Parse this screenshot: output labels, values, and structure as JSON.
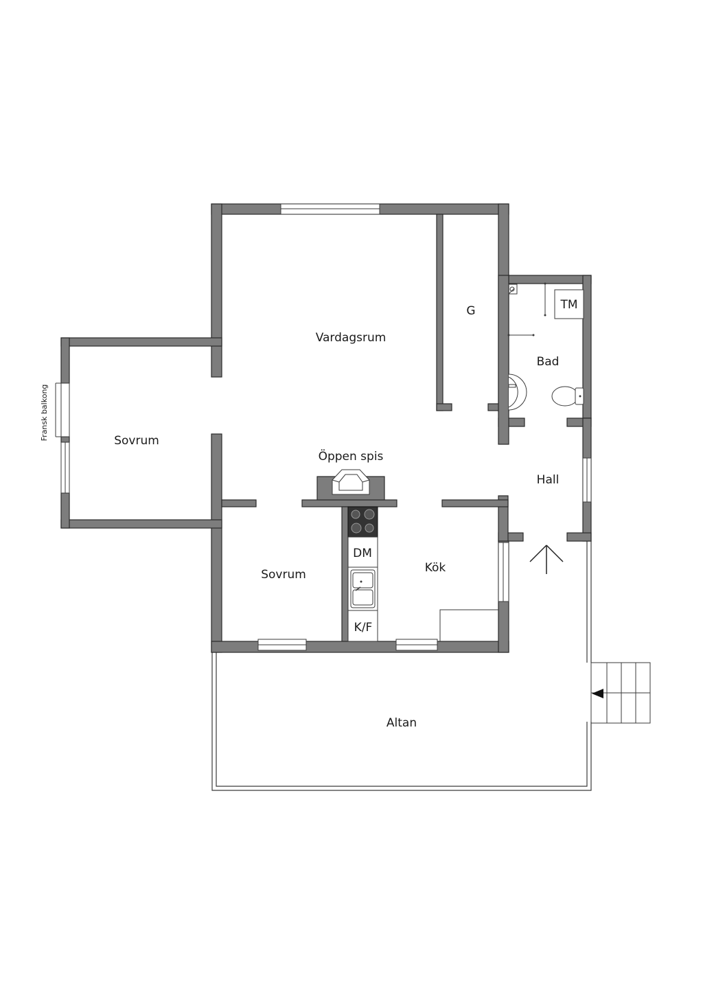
{
  "rooms": {
    "vardagsrum": "Vardagsrum",
    "sovrum_west": "Sovrum",
    "sovrum_south": "Sovrum",
    "kok": "Kök",
    "g": "G",
    "bad": "Bad",
    "tm": "TM",
    "hall": "Hall",
    "oppen_spis": "Öppen spis",
    "altan": "Altan",
    "dm": "DM",
    "kf": "K/F",
    "fransk_balkong": "Fransk balkong"
  },
  "colors": {
    "wall": "#7d7d7d",
    "line": "#3a3a3a",
    "background": "#ffffff"
  }
}
